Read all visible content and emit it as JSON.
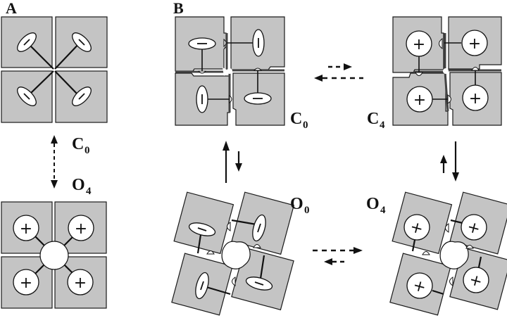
{
  "figure": {
    "panels": [
      {
        "id": "A",
        "label": "A"
      },
      {
        "id": "B",
        "label": "B"
      }
    ],
    "states": {
      "A_top": {
        "letter": "C",
        "subscript": "0",
        "sensor_charge": "neutral",
        "channel": "closed"
      },
      "A_bottom": {
        "letter": "O",
        "subscript": "4",
        "sensor_charge": "positive",
        "channel": "open"
      },
      "B_C0": {
        "letter": "C",
        "subscript": "0",
        "sensor_charge": "neutral",
        "channel": "closed"
      },
      "B_C4": {
        "letter": "C",
        "subscript": "4",
        "sensor_charge": "positive",
        "channel": "closed"
      },
      "B_O0": {
        "letter": "O",
        "subscript": "0",
        "sensor_charge": "neutral",
        "channel": "open"
      },
      "B_O4": {
        "letter": "O",
        "subscript": "4",
        "sensor_charge": "positive",
        "channel": "open"
      }
    },
    "transitions": [
      {
        "from": "A_top",
        "to": "A_bottom",
        "style": "dashed",
        "direction": "bidirectional"
      },
      {
        "from": "B_C0",
        "to": "B_C4",
        "forward_style": "dashed-short",
        "reverse_style": "dashed-long"
      },
      {
        "from": "B_O0",
        "to": "B_O4",
        "forward_style": "dashed-long",
        "reverse_style": "dashed-short"
      },
      {
        "from": "B_O0",
        "to": "B_C0",
        "forward_style": "solid-long",
        "reverse_style": "solid-short"
      },
      {
        "from": "B_C4",
        "to": "B_O4",
        "forward_style": "solid-long",
        "reverse_style": "solid-short"
      }
    ],
    "symbols": {
      "positive": "+",
      "neutral": "|"
    },
    "colors": {
      "subunit_fill": "#c4c4c4",
      "outline": "#1a1a1a",
      "background": "#ffffff"
    }
  }
}
